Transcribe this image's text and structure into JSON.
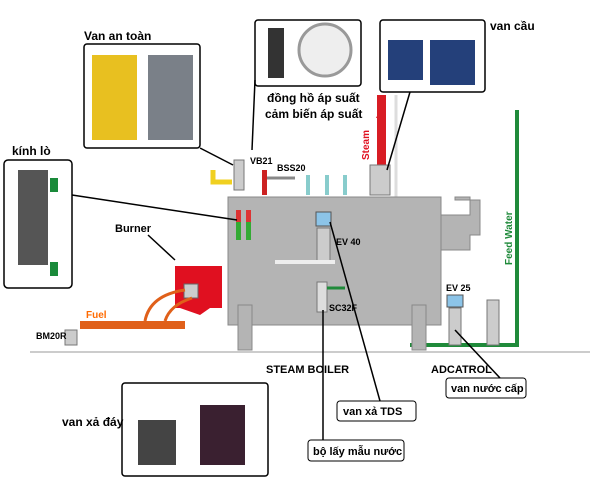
{
  "labels": {
    "safety_valve": "Van an toàn",
    "pressure_gauge": "đồng hồ áp suất",
    "pressure_sensor": "cảm biến áp suất",
    "globe_valve": "van cầu",
    "sight_glass": "kính lò",
    "burner": "Burner",
    "vb21": "VB21",
    "bss20": "BSS20",
    "steam": "Steam",
    "ev40": "EV 40",
    "sc32f": "SC32F",
    "feed_water": "Feed Water",
    "ev25": "EV 25",
    "fuel": "Fuel",
    "bm20r": "BM20R",
    "steam_boiler": "STEAM BOILER",
    "adcatrol": "ADCATROL",
    "feed_valve": "van nước cấp",
    "tds_valve": "van xả TDS",
    "blowdown_valve": "van xả đáy",
    "sampler": "bộ lấy mẫu nước"
  },
  "colors": {
    "boiler": "#b4b4b4",
    "steam": "#d81c24",
    "feed": "#1f8a3a",
    "fuel": "#e0601a",
    "burner": "#e01020",
    "fuel_label": "#ff6a00"
  }
}
